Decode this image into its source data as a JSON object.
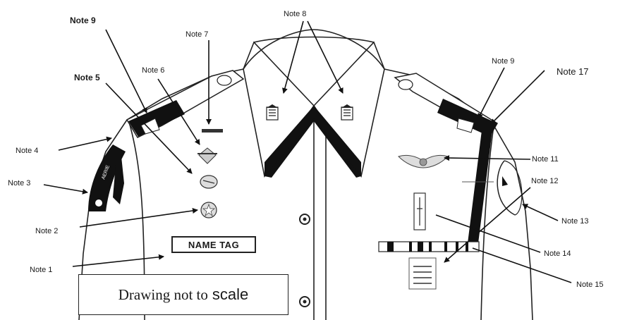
{
  "notes": {
    "n1": "Note 1",
    "n2": "Note 2",
    "n3": "Note 3",
    "n4": "Note 4",
    "n5": "Note 5",
    "n6": "Note 6",
    "n7": "Note 7",
    "n8": "Note 8",
    "n9_left": "Note 9",
    "n9_right": "Note 9",
    "n11": "Note 11",
    "n12": "Note 12",
    "n13": "Note 13",
    "n14": "Note 14",
    "n15": "Note 15",
    "n17": "Note 17"
  },
  "name_tag": "NAME TAG",
  "scale_note": {
    "main": "Drawing not to",
    "last": "scale"
  },
  "colors": {
    "ink": "#1a1a1a",
    "fill": "#111111",
    "paper": "#ffffff"
  }
}
